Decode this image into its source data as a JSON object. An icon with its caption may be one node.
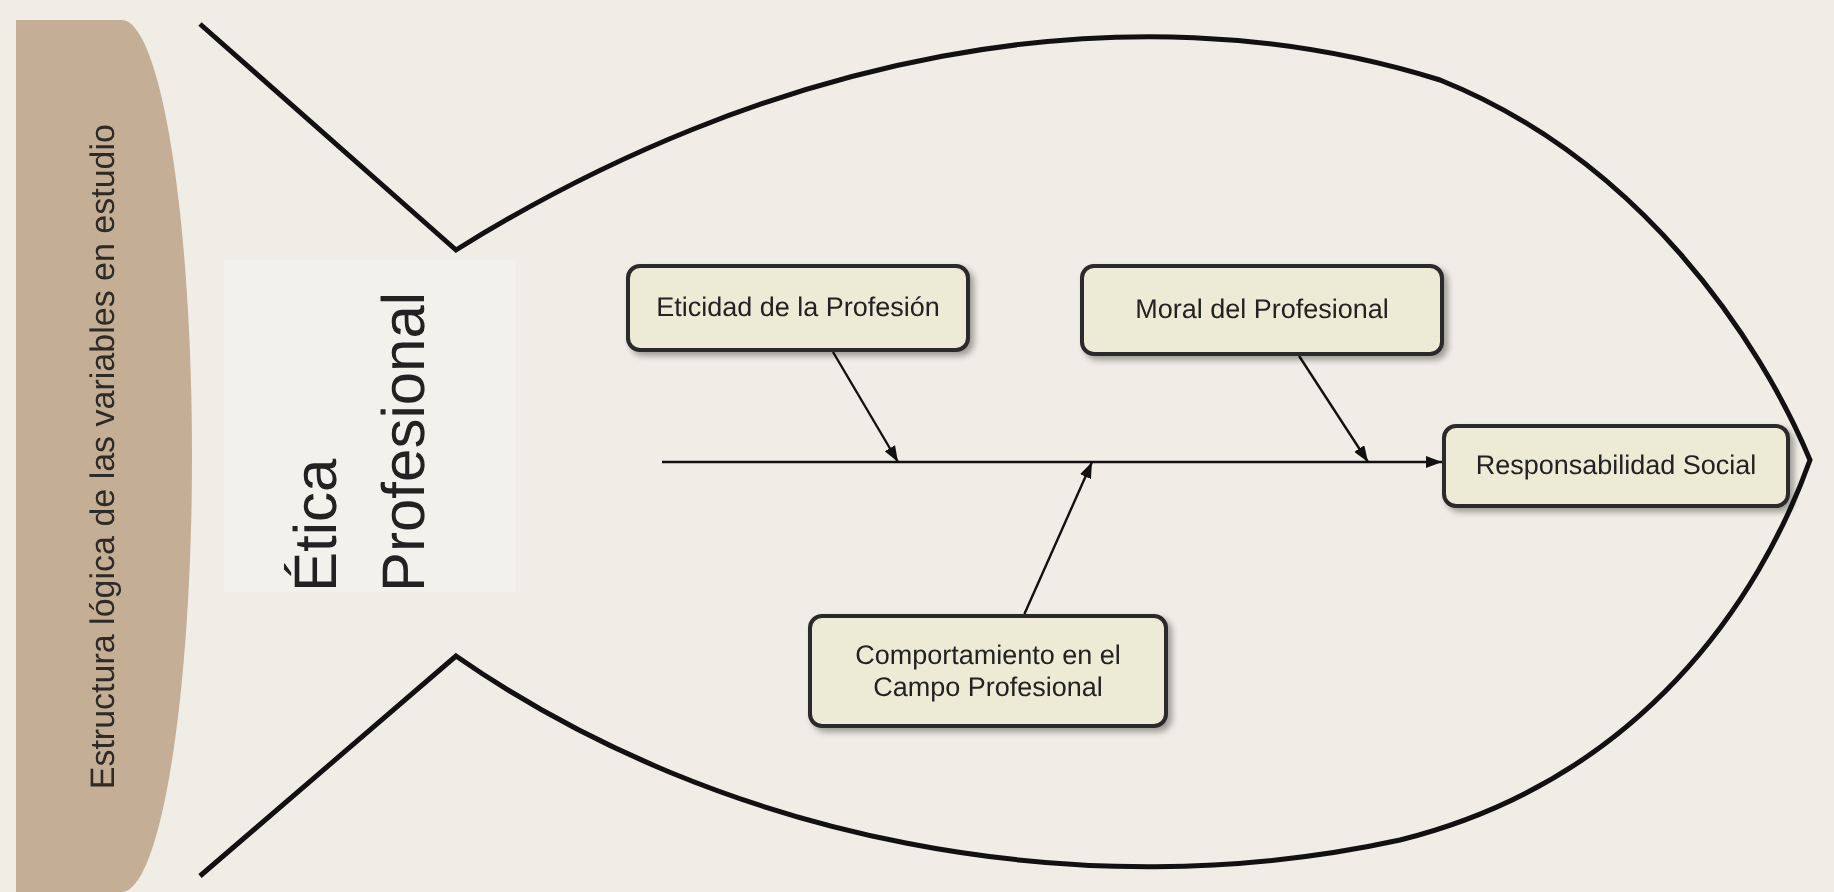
{
  "diagram": {
    "nodes": [
      {
        "text": [
          "Estructura lógica de las variables en estudio"
        ]
      },
      {
        "text": [
          "Ética Profesional"
        ]
      },
      {
        "text": [
          "Eticidad de la Profesión"
        ]
      },
      {
        "text": [
          "Moral del Profesional"
        ]
      },
      {
        "text": [
          "Responsabilidad Social"
        ]
      },
      {
        "text": [
          "Comportamiento en el Campo Profesional"
        ]
      }
    ],
    "edges": [
      {
        "from": null,
        "to": 4,
        "arrow": "to"
      },
      {
        "from": 2,
        "to": null,
        "arrow": "to"
      },
      {
        "from": 3,
        "to": null,
        "arrow": "to"
      },
      {
        "from": 5,
        "to": null,
        "arrow": "to"
      }
    ]
  }
}
